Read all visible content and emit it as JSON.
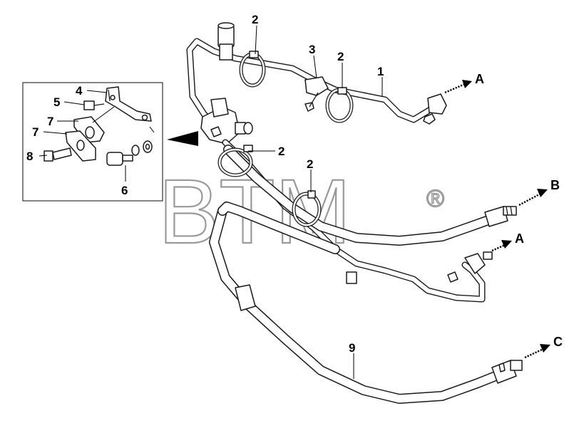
{
  "callouts": {
    "c1": "1",
    "c2a": "2",
    "c2b": "2",
    "c2c": "2",
    "c2d": "2",
    "c3": "3",
    "c4": "4",
    "c5": "5",
    "c6": "6",
    "c7a": "7",
    "c7b": "7",
    "c8": "8",
    "c9": "9"
  },
  "connections": {
    "a_top": "A",
    "b": "B",
    "a_mid": "A",
    "c": "C"
  },
  "watermark": {
    "text": "BTM",
    "registered": "®"
  }
}
